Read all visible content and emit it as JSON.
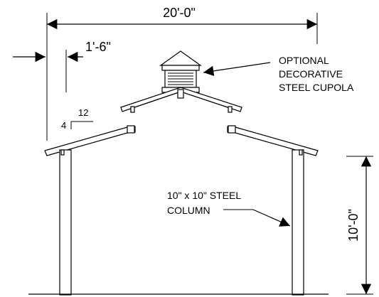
{
  "dimensions": {
    "overall_width": "20'-0\"",
    "overhang": "1'-6\"",
    "height": "10'-0\""
  },
  "slope": {
    "rise": "4",
    "run": "12"
  },
  "notes": {
    "cupola": [
      "OPTIONAL",
      "DECORATIVE",
      "STEEL CUPOLA"
    ],
    "column": [
      "10\" x 10\" STEEL",
      "COLUMN"
    ]
  }
}
